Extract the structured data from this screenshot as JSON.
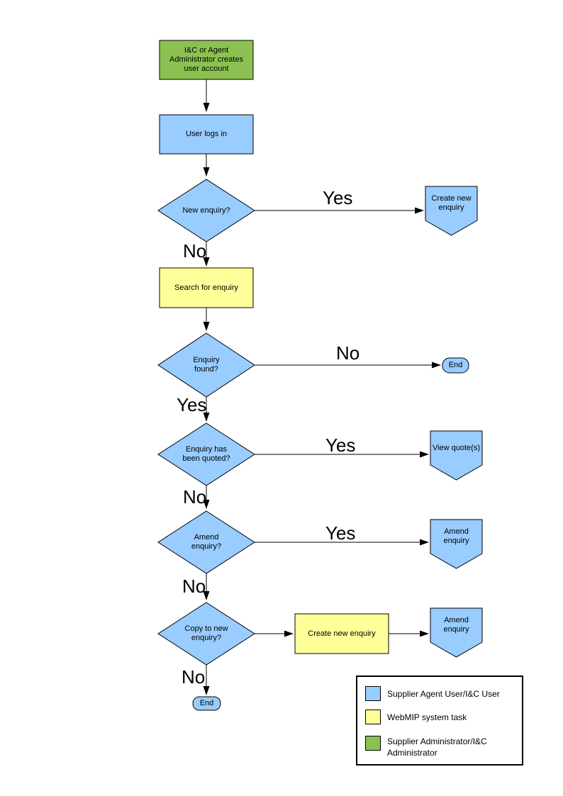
{
  "diagram": {
    "nodes": {
      "create_account": "I&C or Agent Administrator creates user account",
      "user_logs_in": "User logs in",
      "new_enquiry_q": "New enquiry?",
      "create_new_enquiry": "Create new enquiry",
      "search_for_enquiry": "Search for enquiry",
      "enquiry_found_q": "Enquiry found?",
      "end_right": "End",
      "enquiry_quoted_q": "Enquiry has been quoted?",
      "view_quotes": "View quote(s)",
      "amend_enquiry_q": "Amend enquiry?",
      "amend_enquiry": "Amend enquiry",
      "copy_to_new_q": "Copy to new enquiry?",
      "create_new_enquiry_task": "Create new enquiry",
      "amend_enquiry_2": "Amend enquiry",
      "end_bottom": "End"
    },
    "edge_labels": {
      "yes_new_enquiry": "Yes",
      "no_new_enquiry": "No",
      "no_enquiry_found": "No",
      "yes_enquiry_found": "Yes",
      "yes_quoted": "Yes",
      "no_quoted": "No",
      "yes_amend": "Yes",
      "no_amend": "No",
      "no_copy": "No"
    },
    "colors": {
      "user_task_fill": "#99CCFF",
      "system_task_fill": "#FFFF99",
      "admin_task_fill": "#8CC152",
      "outline": "#000000"
    }
  },
  "legend": {
    "items": [
      {
        "label": "Supplier Agent User/I&C User",
        "color": "#99CCFF"
      },
      {
        "label": "WebMIP system task",
        "color": "#FFFF99"
      },
      {
        "label": "Supplier Administrator/I&C Administrator",
        "color": "#8CC152"
      }
    ]
  }
}
